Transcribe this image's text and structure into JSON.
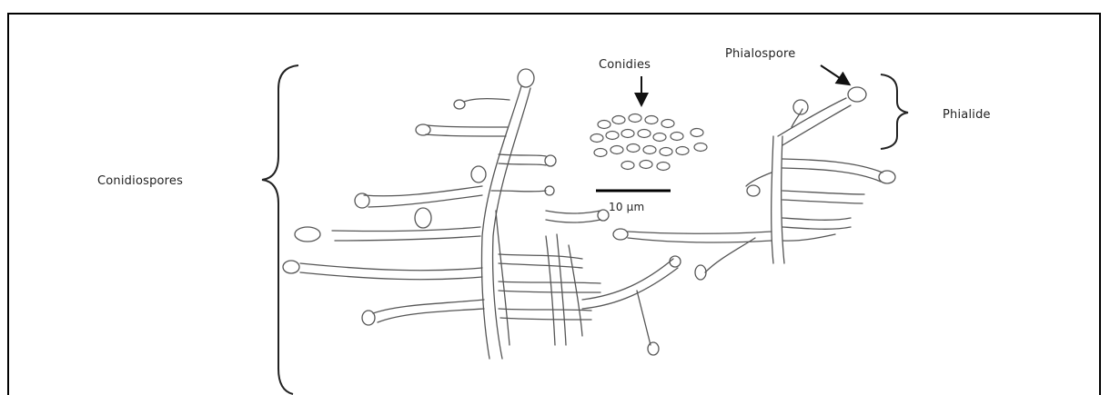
{
  "labels": {
    "conidiospores": "Conidiospores",
    "conidies": "Conidies",
    "phialospore": "Phialospore",
    "phialide": "Phialide",
    "scale_bar": "10 µm"
  },
  "colors": {
    "frame": "#000000",
    "ink": "#555555",
    "background": "#ffffff"
  }
}
